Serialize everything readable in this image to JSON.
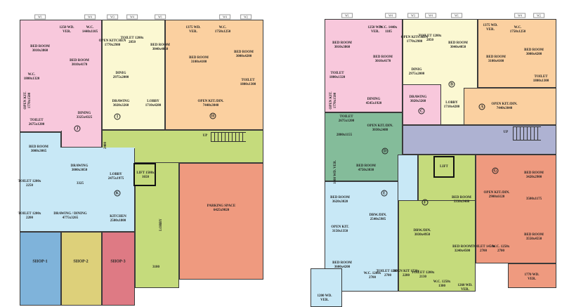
{
  "colors": {
    "pink": "#f8c8dc",
    "yellow": "#fbf8d2",
    "orange": "#fbd0a0",
    "green": "#c5db7c",
    "salmon": "#ef9a7f",
    "lightblue": "#c8e8f6",
    "shop1": "#7fb3da",
    "shop2": "#ddd07a",
    "shop3": "#de7a84",
    "teal": "#84bc9a",
    "lavender": "#aeb2d2",
    "wall": "#3a3a3a"
  },
  "left_plan": {
    "rooms": [
      {
        "name": "BED ROOM",
        "size": "3010x3860"
      },
      {
        "name": "BED ROOM",
        "size": "3010x4170"
      },
      {
        "name": "1250 WD.",
        "size": "VER."
      },
      {
        "name": "W.C.",
        "size": "1440x1105"
      },
      {
        "name": "W.C.",
        "size": "1800x1320"
      },
      {
        "name": "OPEN KIT.",
        "size": "1770x1500"
      },
      {
        "name": "TOILET",
        "size": "2675x1200"
      },
      {
        "name": "DINING",
        "size": "3325x4325"
      },
      {
        "name": "OPEN KITCHEN",
        "size": "1770x2980"
      },
      {
        "name": "TOILET 1200x",
        "size": "2850"
      },
      {
        "name": "BED ROOM",
        "size": "3040x4050"
      },
      {
        "name": "DINIG",
        "size": "2975x2000"
      },
      {
        "name": "DRAWING",
        "size": "3020x3260"
      },
      {
        "name": "LOBBY",
        "size": "1710x4280"
      },
      {
        "name": "1375 WD.",
        "size": "VER."
      },
      {
        "name": "W.C.",
        "size": "1750x1250"
      },
      {
        "name": "BED ROOM",
        "size": "3100x4100"
      },
      {
        "name": "BED ROOM",
        "size": "3000x4200"
      },
      {
        "name": "TOILET",
        "size": "1800x1300"
      },
      {
        "name": "OPEN KIT./DIN.",
        "size": "7440x3040"
      },
      {
        "name": "BED ROOM",
        "size": "3000x3065"
      },
      {
        "name": "DRAWING",
        "size": "3000x3050"
      },
      {
        "name": "LOBBY",
        "size": "2475x1975"
      },
      {
        "name": "TOILET 1200x",
        "size": "2250"
      },
      {
        "name": "TOILET 1200x",
        "size": "2200"
      },
      {
        "name": "DRAWING / DINING",
        "size": "4775x3265"
      },
      {
        "name": "KITCHEN",
        "size": "2500x1800"
      },
      {
        "name": "LIFT 1500x",
        "size": "1650"
      },
      {
        "name": "PARKING SPACE",
        "size": "6425x9020"
      },
      {
        "name": "LOBBY",
        "size": ""
      },
      {
        "name": "SHOP-1",
        "size": ""
      },
      {
        "name": "SHOP-2",
        "size": ""
      },
      {
        "name": "SHOP-3",
        "size": ""
      }
    ],
    "markers": [
      "J",
      "I",
      "H",
      "K"
    ],
    "dimensions": [
      "3325",
      "3100",
      "2400"
    ],
    "stair_label": "UP",
    "windows": [
      "W1",
      "W4",
      "W3",
      "W4",
      "W1",
      "W4",
      "W2"
    ]
  },
  "right_plan": {
    "rooms": [
      {
        "name": "BED ROOM",
        "size": "3010x3860"
      },
      {
        "name": "1250 WD.",
        "size": "VER."
      },
      {
        "name": "W.C. 1440x",
        "size": "1185"
      },
      {
        "name": "BED ROOM",
        "size": "3010x4170"
      },
      {
        "name": "TOILET",
        "size": "1800x1320"
      },
      {
        "name": "OPEN KIT.",
        "size": "1770x1500"
      },
      {
        "name": "DINING",
        "size": "4545x1920"
      },
      {
        "name": "DRAWING",
        "size": "3020x3260"
      },
      {
        "name": "OPEN KITCHEN",
        "size": "1770x2980"
      },
      {
        "name": "TOILET 1200x",
        "size": "2850"
      },
      {
        "name": "BED ROOM",
        "size": "3040x4050"
      },
      {
        "name": "DINIG",
        "size": "2975x2000"
      },
      {
        "name": "LOBBY",
        "size": "1710x4280"
      },
      {
        "name": "1375 WD.",
        "size": "VER."
      },
      {
        "name": "W.C.",
        "size": "1750x1250"
      },
      {
        "name": "BED ROOM",
        "size": "3100x4100"
      },
      {
        "name": "BED ROOM",
        "size": "3000x4200"
      },
      {
        "name": "TOILET",
        "size": "1800x1300"
      },
      {
        "name": "OPEN KIT./DIN.",
        "size": "7440x3040"
      },
      {
        "name": "TOILET",
        "size": "2675x1200"
      },
      {
        "name": "OPEN KIT./DIN.",
        "size": "3030x2480"
      },
      {
        "name": "2800x1155",
        "size": ""
      },
      {
        "name": "BED ROOM",
        "size": "4750x3030"
      },
      {
        "name": "1800 WD. VER.",
        "size": ""
      },
      {
        "name": "BED ROOM",
        "size": "3620x3020"
      },
      {
        "name": "DRW./DIN.",
        "size": "2540x5985"
      },
      {
        "name": "OPEN KIT.",
        "size": "3150x1350"
      },
      {
        "name": "BED ROOM",
        "size": "3600x4200"
      },
      {
        "name": "W.C. 1200x",
        "size": "2700"
      },
      {
        "name": "TOILET 1200x",
        "size": "2700"
      },
      {
        "name": "1200 WD.",
        "size": "VER."
      },
      {
        "name": "LIFT",
        "size": ""
      },
      {
        "name": "BED ROOM",
        "size": "3330x3460"
      },
      {
        "name": "DRW./DIN.",
        "size": "3030x4950"
      },
      {
        "name": "BED ROOM",
        "size": "3240x4500"
      },
      {
        "name": "OPEN KIT 1720x",
        "size": "2280"
      },
      {
        "name": "TOILET 1200x",
        "size": "2130"
      },
      {
        "name": "W.C. 1250x",
        "size": "1300"
      },
      {
        "name": "1260 WD.",
        "size": "VER."
      },
      {
        "name": "BED ROOM",
        "size": "3420x2900"
      },
      {
        "name": "OPEN KIT./DIN.",
        "size": "2900x6120"
      },
      {
        "name": "3500x1175",
        "size": ""
      },
      {
        "name": "BED ROOM",
        "size": "3550x4550"
      },
      {
        "name": "TOILET 1450x",
        "size": "2700"
      },
      {
        "name": "W.C. 1250x",
        "size": "2700"
      },
      {
        "name": "1770 WD.",
        "size": "VER."
      }
    ],
    "markers": [
      "C",
      "B",
      "A",
      "D",
      "E",
      "F",
      "G"
    ],
    "stair_label": "UP",
    "windows": [
      "W1",
      "W4",
      "W3",
      "W4",
      "W1",
      "W4",
      "W2"
    ]
  }
}
